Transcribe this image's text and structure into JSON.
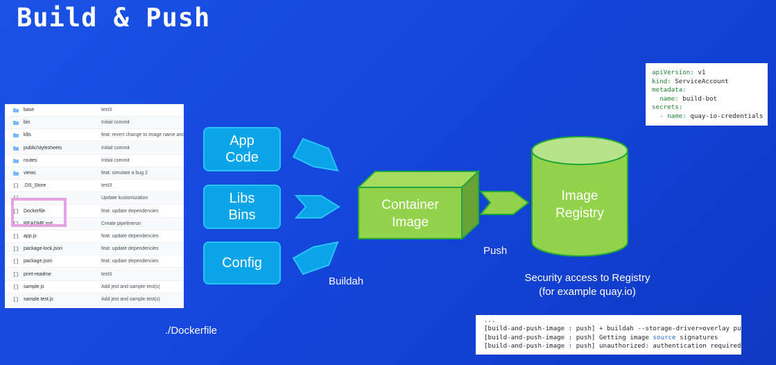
{
  "title": "Build & Push",
  "repo_files": [
    {
      "name": "base",
      "type": "folder",
      "message": "test3"
    },
    {
      "name": "bin",
      "type": "folder",
      "message": "Initial commit"
    },
    {
      "name": "k8s",
      "type": "folder",
      "message": "feat: revert change to image name and"
    },
    {
      "name": "public/stylesheets",
      "type": "folder",
      "message": "Initial commit"
    },
    {
      "name": "routes",
      "type": "folder",
      "message": "Initial commit"
    },
    {
      "name": "views",
      "type": "folder",
      "message": "feat: simulate a bug 2"
    },
    {
      "name": ".DS_Store",
      "type": "file",
      "message": "test3"
    },
    {
      "name": "",
      "type": "file",
      "message": "Update kustomization"
    },
    {
      "name": "Dockerfile",
      "type": "file",
      "message": "feat: update dependencies"
    },
    {
      "name": "README.md",
      "type": "file",
      "message": "Create pipelinerun"
    },
    {
      "name": "app.js",
      "type": "file",
      "message": "feat: update dependencies"
    },
    {
      "name": "package-lock.json",
      "type": "file",
      "message": "feat: update dependencies"
    },
    {
      "name": "package.json",
      "type": "file",
      "message": "feat: update dependencies"
    },
    {
      "name": "print-readme",
      "type": "file",
      "message": "test3"
    },
    {
      "name": "sample.js",
      "type": "file",
      "message": "Add jest and sample test(s)"
    },
    {
      "name": "sample.test.js",
      "type": "file",
      "message": "Add jest and sample test(s)"
    }
  ],
  "dockerfile_label": "./Dockerfile",
  "inputs": {
    "app_code": "App\nCode",
    "libs_bins": "Libs\nBins",
    "config": "Config"
  },
  "buildah_label": "Buildah",
  "container_image_label": "Container\nImage",
  "push_label": "Push",
  "registry_label": "Image\nRegistry",
  "security_label": "Security access to Registry\n(for example quay.io)",
  "yaml_lines": [
    {
      "key": "apiVersion:",
      "value": " v1"
    },
    {
      "key": "kind:",
      "value": " ServiceAccount"
    },
    {
      "key": "metadata:",
      "value": ""
    },
    {
      "key": "  name:",
      "value": " build-bot"
    },
    {
      "key": "secrets:",
      "value": ""
    },
    {
      "key": "  - name:",
      "value": " quay-io-credentials"
    }
  ],
  "log_lines": [
    {
      "pre": "...",
      "kw": "",
      "post": ""
    },
    {
      "pre": "[build-and-push-image : push] + buildah --storage-driver=overlay push",
      "kw": "",
      "post": ""
    },
    {
      "pre": "[build-and-push-image : push] Getting image ",
      "kw": "source",
      "post": " signatures"
    },
    {
      "pre": "[build-and-push-image : push] unauthorized: authentication required",
      "kw": "",
      "post": ""
    }
  ],
  "colors": {
    "input_fill": "#0aa4e8",
    "green_light": "#93d34b",
    "green_dark": "#6aa335",
    "green_border": "#1fa53a",
    "highlight": "#e6a2e2"
  }
}
